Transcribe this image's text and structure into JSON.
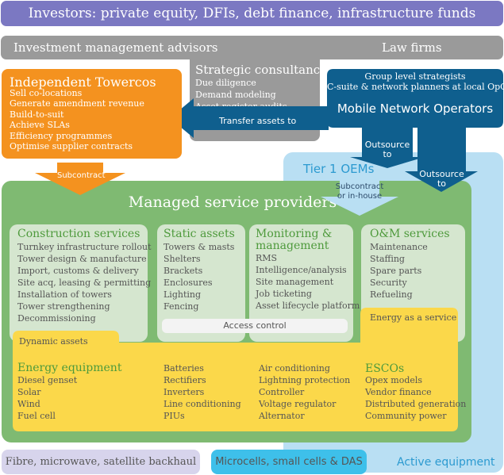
{
  "colors": {
    "purple": "#7b78c2",
    "grey": "#9a9a9a",
    "orange": "#f4921f",
    "navy": "#0f5f8e",
    "light_blue": "#b9dff3",
    "tier_blue": "#2c9ad0",
    "green": "#7fba72",
    "green_card": "#d5e6cf",
    "green_text": "#4e9a3c",
    "yellow": "#fbd84a",
    "lavender": "#d7d4ec",
    "cyan": "#3ec0ea"
  },
  "investors": "Investors: private equity, DFIs, debt finance, infrastructure funds",
  "advisors": {
    "title": "Investment management advisors",
    "law": "Law firms"
  },
  "consultancy": {
    "title": "Strategic consultancy",
    "items": [
      "Due diligence",
      "Demand modeling",
      "Asset register audits"
    ]
  },
  "towercos": {
    "title": "Independent Towercos",
    "items": [
      "Sell co-locations",
      "Generate amendment revenue",
      "Build-to-suit",
      "Achieve SLAs",
      "Efficiency programmes",
      "Optimise supplier contracts"
    ]
  },
  "mno": {
    "strategists": "Group level strategists",
    "planners": "C-suite & network planners at local OpCos",
    "title": "Mobile Network Operators",
    "transfer": "Transfer assets to",
    "outsource1": [
      "Outsource",
      "to"
    ],
    "outsource2": [
      "Outsource",
      "to"
    ]
  },
  "tier1": "Tier 1 OEMs",
  "subcontract": "Subcontract",
  "subcontract_inhouse": [
    "Subcontract",
    "or in-house"
  ],
  "msp": {
    "title": "Managed service providers",
    "construction": {
      "title": "Construction services",
      "items": [
        "Turnkey infrastructure rollout",
        "Tower design & manufacture",
        "Import, customs & delivery",
        "Site acq, leasing & permitting",
        "Installation of towers",
        "Tower strengthening",
        "Decommissioning"
      ]
    },
    "static": {
      "title": "Static assets",
      "items": [
        "Towers & masts",
        "Shelters",
        "Brackets",
        "Enclosures",
        "Lighting",
        "Fencing"
      ]
    },
    "monitoring": {
      "title": [
        "Monitoring &",
        "management"
      ],
      "items": [
        "RMS",
        "Intelligence/analysis",
        "Site management",
        "Job ticketing",
        "Asset lifecycle platform"
      ]
    },
    "om": {
      "title": "O&M services",
      "items": [
        "Maintenance",
        "Staffing",
        "Spare parts",
        "Security",
        "Refueling"
      ]
    },
    "access_control": "Access control",
    "energy_service": "Energy as a service",
    "dynamic_assets": "Dynamic assets",
    "energy": {
      "title": "Energy equipment",
      "col1": [
        "Diesel genset",
        "Solar",
        "Wind",
        "Fuel cell"
      ],
      "col2": [
        "Batteries",
        "Rectifiers",
        "Inverters",
        "Line conditioning",
        "PIUs"
      ],
      "col3": [
        "Air conditioning",
        "Lightning protection",
        "Controller",
        "Voltage regulator",
        "Alternator"
      ],
      "escos_title": "ESCOs",
      "escos": [
        "Opex models",
        "Vendor finance",
        "Distributed generation",
        "Community power"
      ]
    }
  },
  "bottom": {
    "fibre": "Fibre, microwave, satellite backhaul",
    "microcells": "Microcells, small cells & DAS",
    "active": "Active equipment"
  }
}
